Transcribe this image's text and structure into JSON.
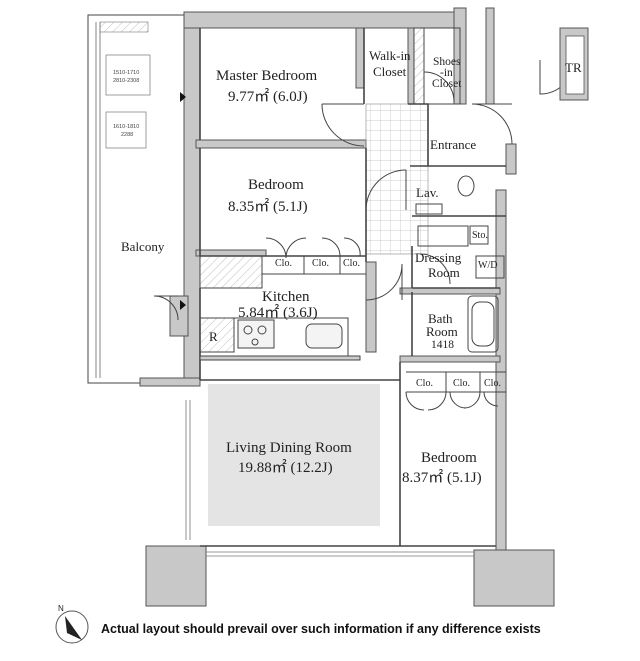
{
  "rooms": {
    "master_bedroom": {
      "name": "Master Bedroom",
      "area": "9.77㎡ (6.0J)"
    },
    "walk_in_closet": {
      "line1": "Walk-in",
      "line2": "Closet"
    },
    "shoes_in_closet": {
      "line1": "Shoes",
      "line2": "-in",
      "line3": "Closet"
    },
    "tr": "TR",
    "entrance": "Entrance",
    "bedroom_north": {
      "name": "Bedroom",
      "area": "8.35㎡ (5.1J)"
    },
    "lav": "Lav.",
    "sto": "Sto.",
    "balcony": "Balcony",
    "dressing_room": {
      "line1": "Dressing",
      "line2": "Room"
    },
    "wd": "W/D",
    "kitchen": {
      "name": "Kitchen",
      "area": "5.84㎡ (3.6J)"
    },
    "bath_room": {
      "line1": "Bath",
      "line2": "Room",
      "line3": "1418"
    },
    "refrigerator": "R",
    "living_dining_room": {
      "name": "Living Dining Room",
      "area": "19.88㎡ (12.2J)"
    },
    "bedroom_south": {
      "name": "Bedroom",
      "area": "8.37㎡ (5.1J)"
    }
  },
  "closets": {
    "north": [
      "Clo.",
      "Clo.",
      "Clo."
    ],
    "south": [
      "Clo.",
      "Clo.",
      "Clo."
    ]
  },
  "window_sizes": {
    "upper": {
      "line1": "1510-1710",
      "line2": "2810-2308"
    },
    "lower": {
      "line1": "1610-1810",
      "line2": "2288"
    }
  },
  "compass": "N",
  "disclaimer": "Actual layout should prevail over such information if any difference exists"
}
